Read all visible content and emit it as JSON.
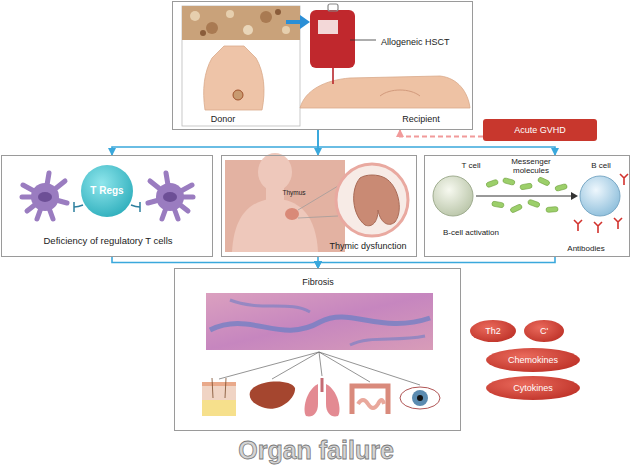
{
  "diagram": {
    "nodes": [
      {
        "text": [
          "Allogeneic HSCT",
          "Donor",
          "Recipient"
        ]
      },
      {
        "text": [
          "Acute GVHD"
        ]
      },
      {
        "text": [
          "Deficiency of regulatory T cells"
        ]
      },
      {
        "text": [
          "T Regs"
        ],
        "in": 2
      },
      {
        "text": [
          "Thymus",
          "Thymic dysfunction"
        ]
      },
      {
        "text": [
          "T cell",
          "Messenger molecules",
          "B cell",
          "B-cell activation",
          "Antibodies"
        ]
      },
      {
        "text": [
          "Fibrosis"
        ]
      },
      {
        "text": [
          "Th2"
        ]
      },
      {
        "text": [
          "C'"
        ]
      },
      {
        "text": [
          "Chemokines"
        ]
      },
      {
        "text": [
          "Cytokines"
        ]
      }
    ],
    "edges": [
      {
        "from": 1,
        "to": 0,
        "arrow": "to"
      },
      {
        "from": 0,
        "to": 2,
        "arrow": "to"
      },
      {
        "from": 0,
        "to": 4,
        "arrow": "to"
      },
      {
        "from": 0,
        "to": 5,
        "arrow": "to"
      },
      {
        "from": 2,
        "to": 6,
        "arrow": "to"
      },
      {
        "from": 4,
        "to": 6,
        "arrow": "to"
      },
      {
        "from": 5,
        "to": 6,
        "arrow": "to"
      }
    ],
    "labels": [
      "Organ failure"
    ]
  }
}
